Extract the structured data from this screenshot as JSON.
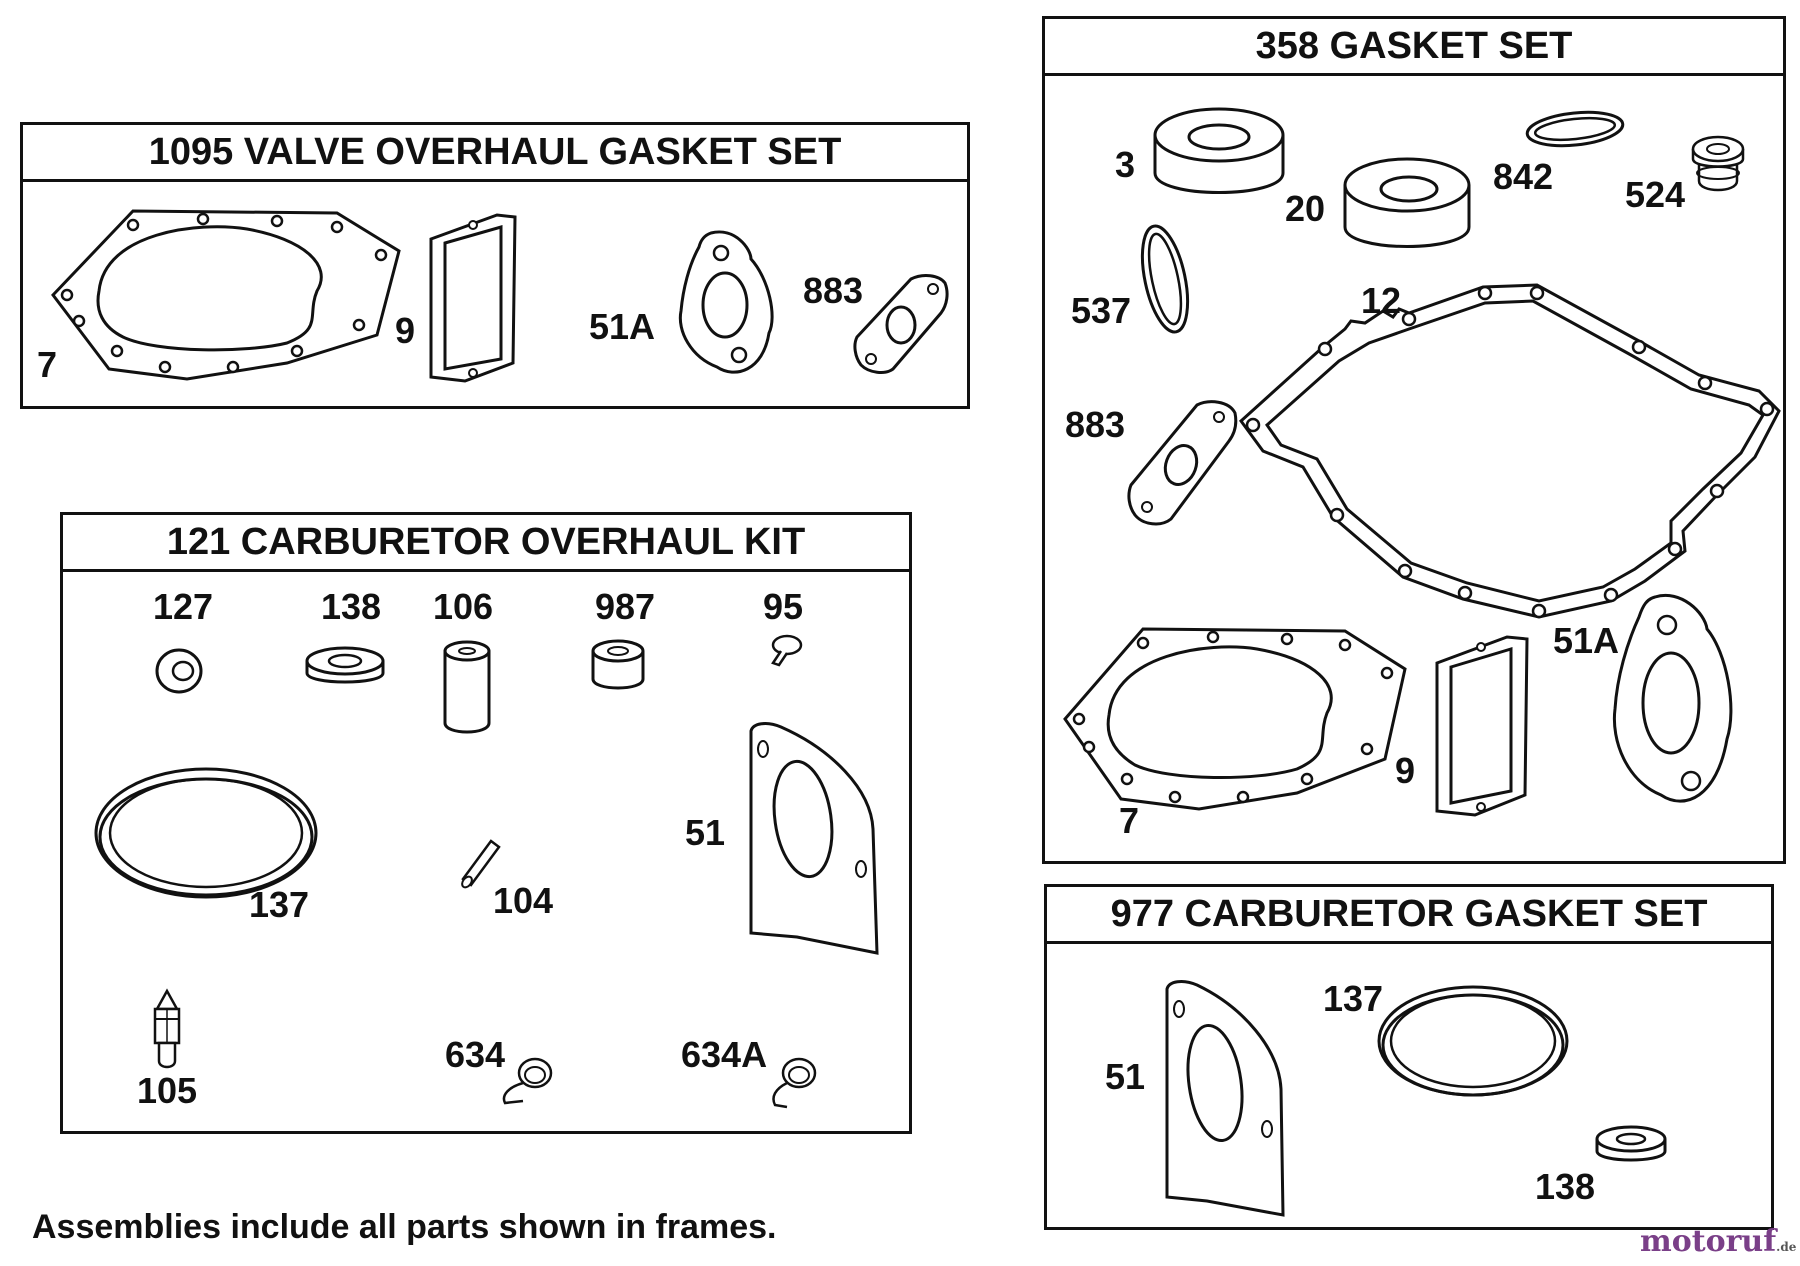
{
  "frames": {
    "valve": {
      "title": "1095 VALVE OVERHAUL GASKET SET",
      "labels": [
        "7",
        "9",
        "51A",
        "883"
      ]
    },
    "carb_kit": {
      "title": "121 CARBURETOR OVERHAUL KIT",
      "labels": [
        "127",
        "138",
        "106",
        "987",
        "95",
        "137",
        "104",
        "51",
        "105",
        "634",
        "634A"
      ]
    },
    "gasket": {
      "title": "358 GASKET SET",
      "labels": [
        "3",
        "20",
        "842",
        "524",
        "537",
        "12",
        "883",
        "51A",
        "9",
        "7"
      ]
    },
    "carb_gasket": {
      "title": "977 CARBURETOR GASKET SET",
      "labels": [
        "137",
        "51",
        "138"
      ]
    }
  },
  "footnote": "Assemblies include all parts shown in frames.",
  "watermark": {
    "brand": "motoruf",
    "suffix": ".de",
    "color": "#7a3f88"
  }
}
